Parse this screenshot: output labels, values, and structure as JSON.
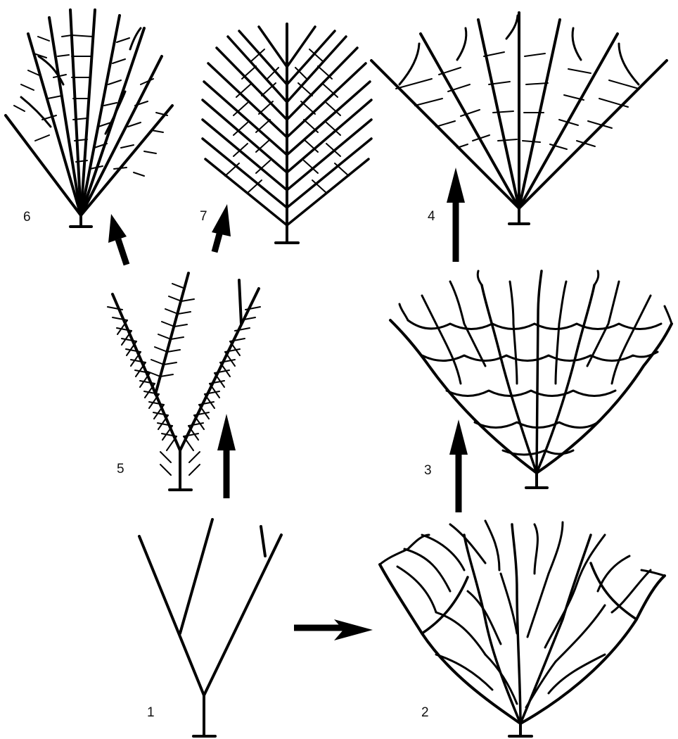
{
  "panels": [
    {
      "id": "1",
      "label": "1"
    },
    {
      "id": "2",
      "label": "2"
    },
    {
      "id": "3",
      "label": "3"
    },
    {
      "id": "4",
      "label": "4"
    },
    {
      "id": "5",
      "label": "5"
    },
    {
      "id": "6",
      "label": "6"
    },
    {
      "id": "7",
      "label": "7"
    }
  ],
  "arrows": [
    {
      "from": "1",
      "to": "2"
    },
    {
      "from": "1",
      "to": "5"
    },
    {
      "from": "2",
      "to": "3"
    },
    {
      "from": "3",
      "to": "4"
    },
    {
      "from": "5",
      "to": "6"
    },
    {
      "from": "5",
      "to": "7"
    }
  ],
  "colors": {
    "stroke": "#000000",
    "background": "#ffffff"
  }
}
